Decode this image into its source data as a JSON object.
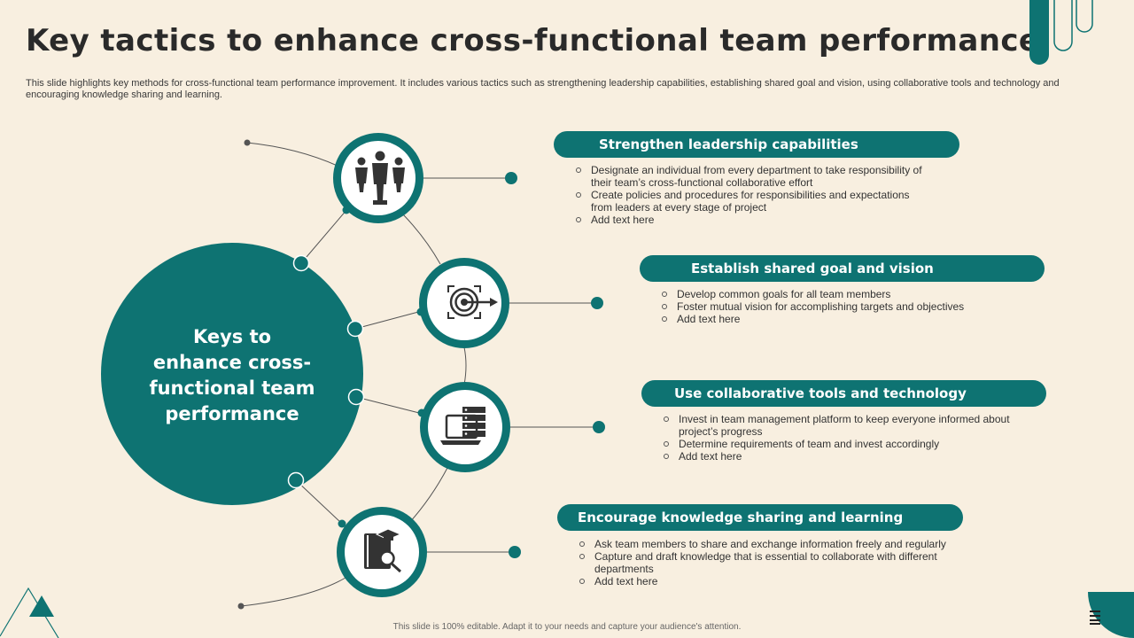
{
  "title": "Key tactics to enhance cross-functional team performance",
  "subtitle": "This slide highlights key methods for cross-functional team performance improvement. It includes various tactics such as strengthening leadership capabilities, establishing shared goal and vision, using collaborative tools and technology and encouraging knowledge sharing and learning.",
  "center": {
    "label": "Keys to enhance cross-functional team performance",
    "lines": [
      "Keys to",
      "enhance cross-",
      "functional team",
      "performance"
    ]
  },
  "tactics": [
    {
      "heading": "Strengthen leadership capabilities",
      "icon": "team-leader-icon",
      "bullets": [
        "Designate an individual from every department to take responsibility of their team’s cross-functional collaborative effort",
        "Create policies and procedures for responsibilities and expectations from leaders at every  stage of project",
        "Add text here"
      ]
    },
    {
      "heading": "Establish shared goal and vision",
      "icon": "target-icon",
      "bullets": [
        "Develop common goals for all team members",
        "Foster mutual vision for accomplishing targets and objectives",
        "Add text here"
      ]
    },
    {
      "heading": "Use collaborative tools and technology",
      "icon": "laptop-server-icon",
      "bullets": [
        "Invest in team management platform to keep everyone informed about project’s progress",
        "Determine requirements of team and invest accordingly",
        "Add text here"
      ]
    },
    {
      "heading": "Encourage knowledge sharing and learning",
      "icon": "knowledge-book-icon",
      "bullets": [
        "Ask team members to share and exchange information freely and regularly",
        "Capture and draft knowledge that is essential to collaborate with different departments",
        "Add text here"
      ]
    }
  ],
  "footer": "This slide is 100% editable.  Adapt it to your needs and capture your audience's attention.",
  "colors": {
    "accent": "#0e7372",
    "background": "#f8efe0",
    "text": "#333333"
  }
}
